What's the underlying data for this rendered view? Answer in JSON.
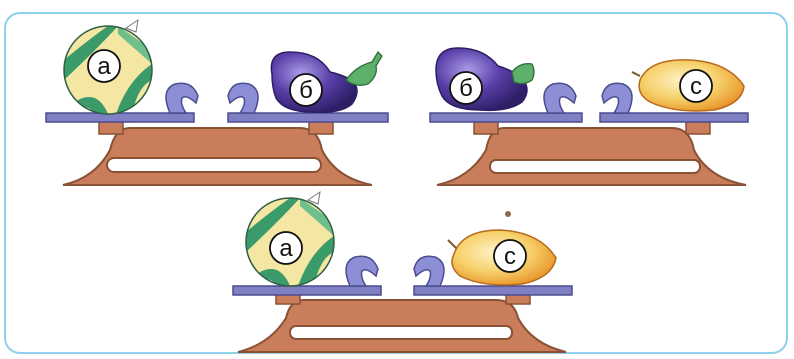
{
  "scenes": [
    {
      "left_label": "а",
      "right_label": "б"
    },
    {
      "left_label": "б",
      "right_label": "с"
    },
    {
      "left_label": "а",
      "right_label": "с"
    }
  ],
  "colors": {
    "frame": "#8fd0ec",
    "scale_base": "#c97d5a",
    "scale_plate": "#7f7fc4",
    "hook": "#8c8ed6",
    "ball_green": "#3a9a6a",
    "ball_yellow": "#f4e6a3",
    "eggplant": "#5a3fa8",
    "leaf": "#5cb06a",
    "lemon": "#f2b640"
  }
}
